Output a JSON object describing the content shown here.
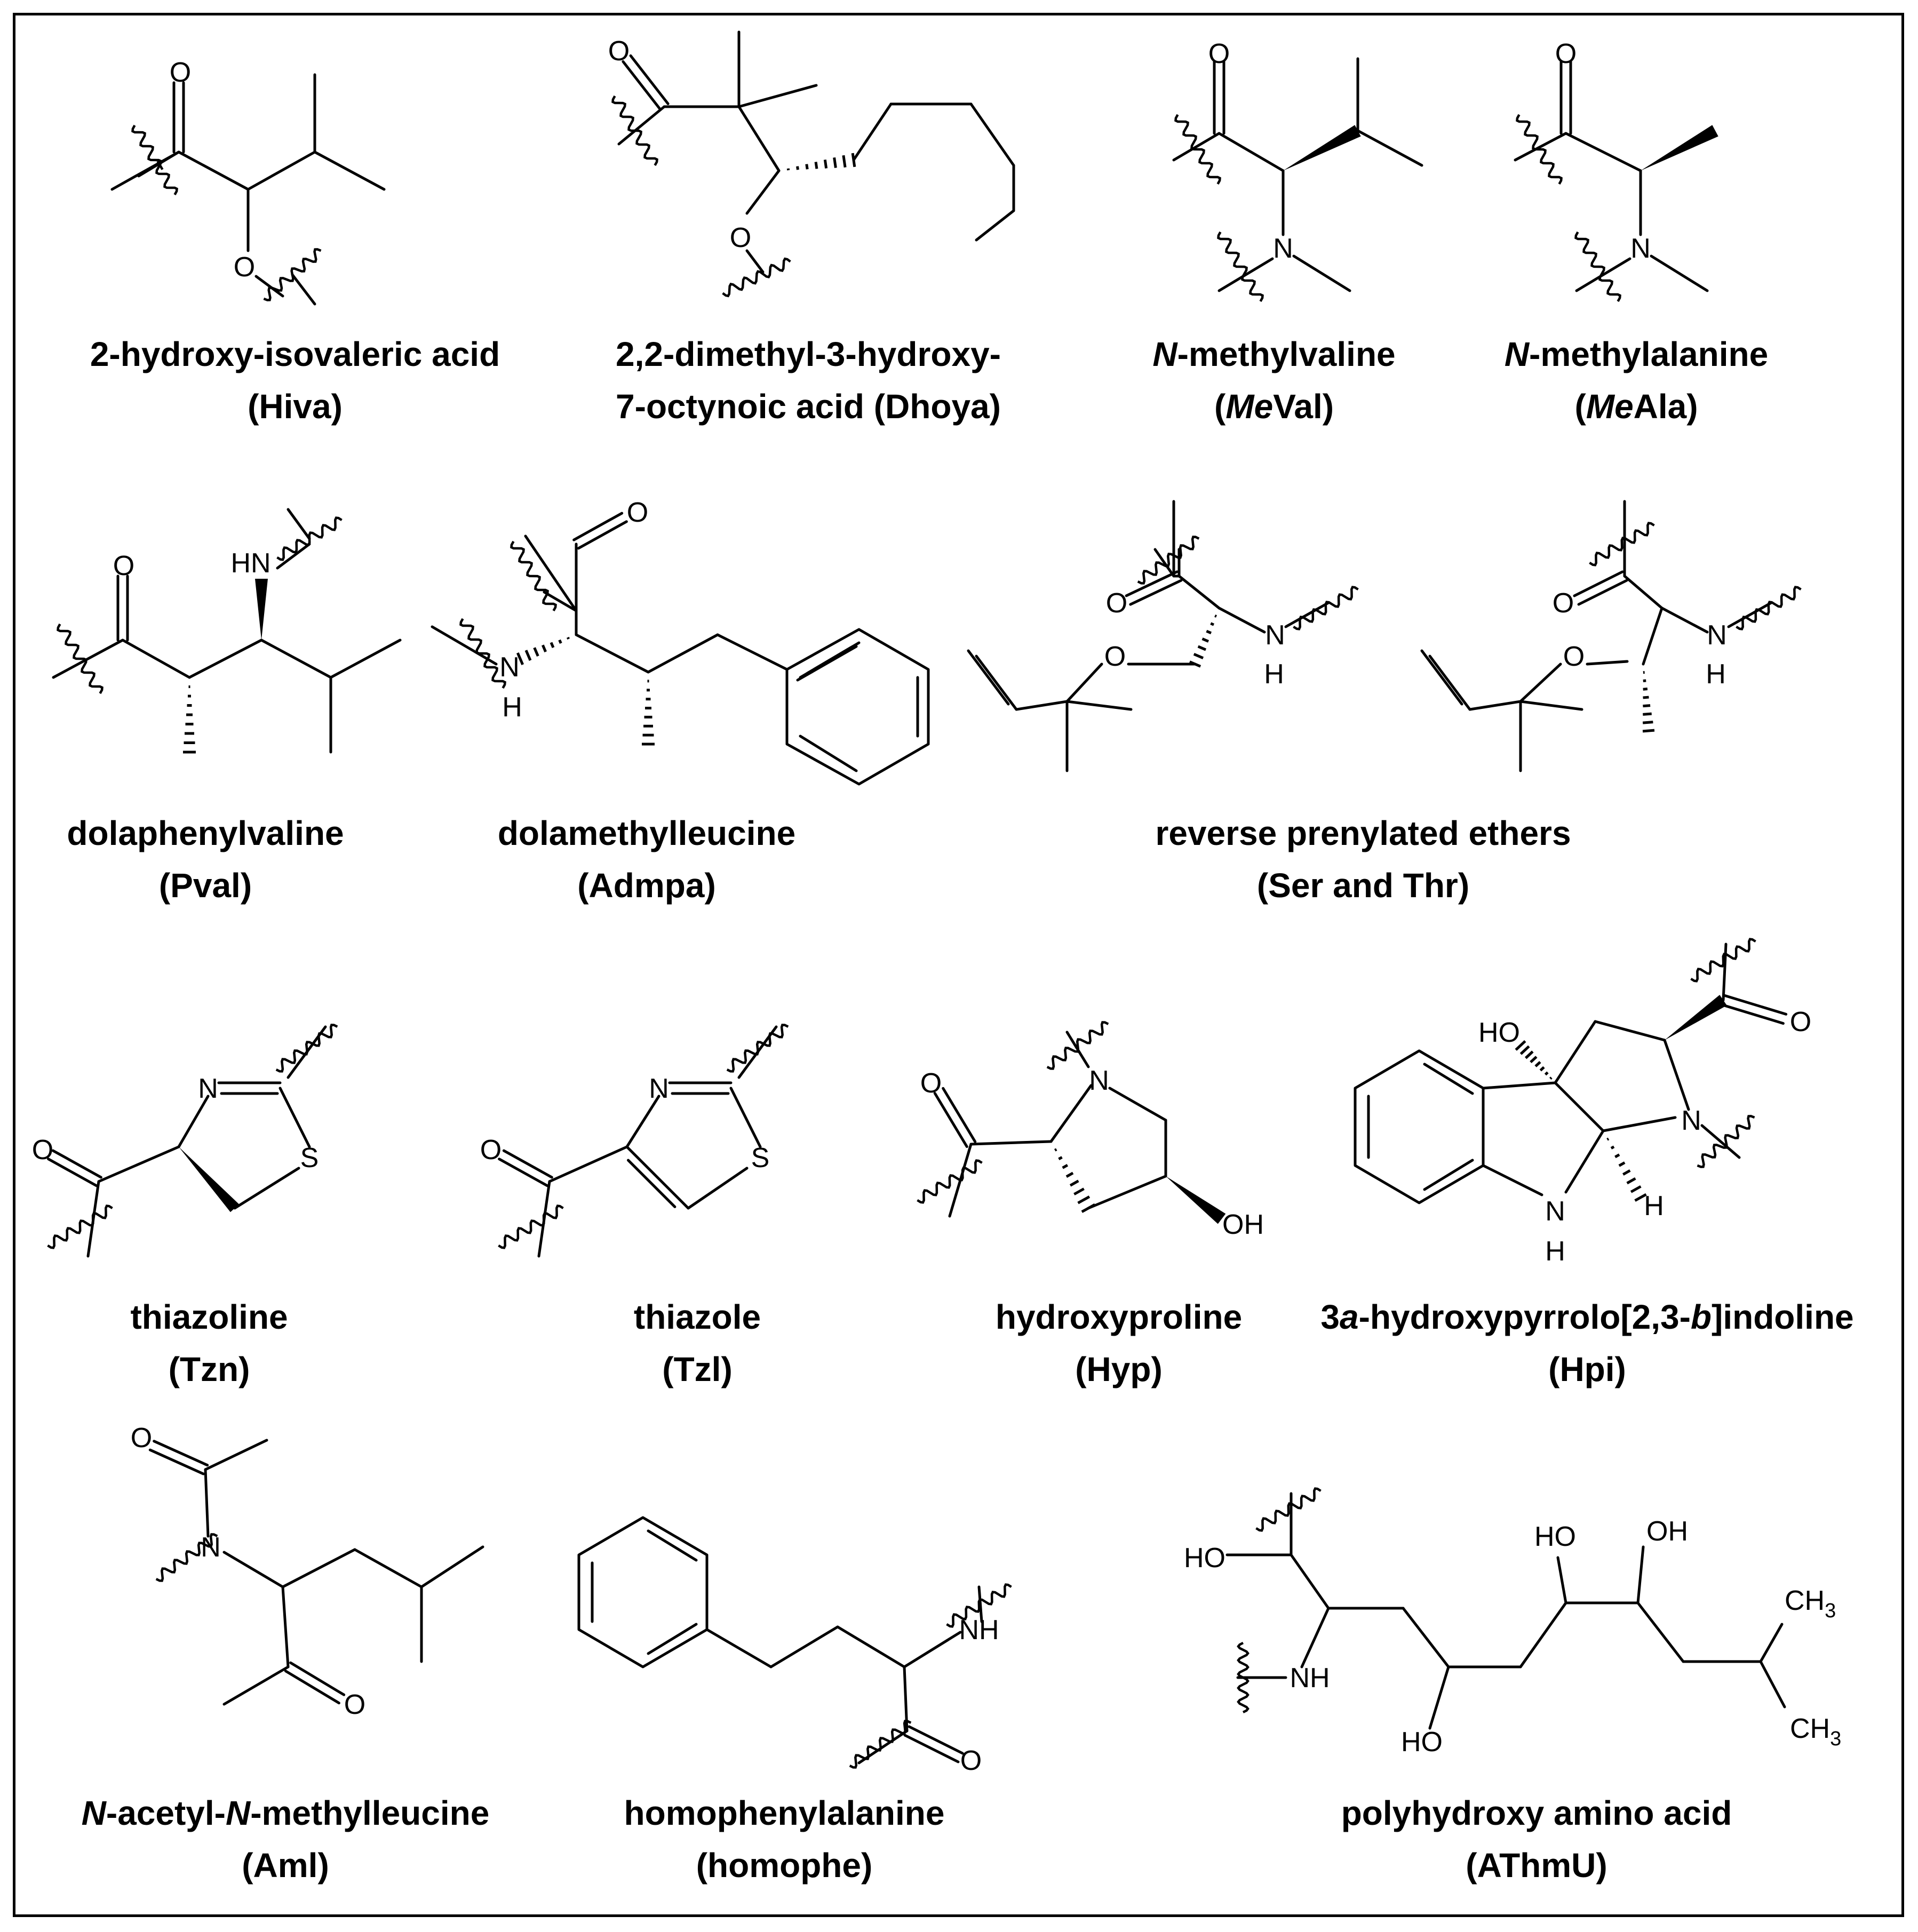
{
  "molecules": [
    {
      "id": "hiva",
      "line1_parts": [
        "2-hydroxy-isovaleric acid"
      ],
      "line2_parts": [
        "(Hiva)"
      ]
    },
    {
      "id": "dhoya",
      "line1_parts": [
        "2,2-dimethyl-3-hydroxy-"
      ],
      "line2_parts": [
        "7-octynoic acid (Dhoya)"
      ]
    },
    {
      "id": "meval",
      "line1_parts": [
        "N",
        "-methylvaline"
      ],
      "line2_parts": [
        "(",
        "Me",
        "Val)"
      ]
    },
    {
      "id": "meala",
      "line1_parts": [
        "N",
        "-methylalanine"
      ],
      "line2_parts": [
        "(",
        "Me",
        "Ala)"
      ]
    },
    {
      "id": "pval",
      "line1_parts": [
        "dolaphenylvaline"
      ],
      "line2_parts": [
        "(Pval)"
      ]
    },
    {
      "id": "admpa",
      "line1_parts": [
        "dolamethylleucine"
      ],
      "line2_parts": [
        "(Admpa)"
      ]
    },
    {
      "id": "prenyl",
      "line1_parts": [
        "reverse prenylated ethers"
      ],
      "line2_parts": [
        "(Ser and Thr)"
      ]
    },
    {
      "id": "tzn",
      "line1_parts": [
        "thiazoline"
      ],
      "line2_parts": [
        "(Tzn)"
      ]
    },
    {
      "id": "tzl",
      "line1_parts": [
        "thiazole"
      ],
      "line2_parts": [
        "(Tzl)"
      ]
    },
    {
      "id": "hyp",
      "line1_parts": [
        "hydroxyproline"
      ],
      "line2_parts": [
        "(Hyp)"
      ]
    },
    {
      "id": "hpi",
      "line1_parts": [
        "3",
        "a",
        "-hydroxypyrrolo[2,3-",
        "b",
        "]indoline"
      ],
      "line2_parts": [
        "(Hpi)"
      ]
    },
    {
      "id": "aml",
      "line1_parts": [
        "N",
        "-acetyl-",
        "N",
        "-methylleucine"
      ],
      "line2_parts": [
        "(Aml)"
      ]
    },
    {
      "id": "homophe",
      "line1_parts": [
        "homophenylalanine"
      ],
      "line2_parts": [
        "(homophe)"
      ]
    },
    {
      "id": "athmu",
      "line1_parts": [
        "polyhydroxy amino acid"
      ],
      "line2_parts": [
        "(AThmU)"
      ]
    }
  ],
  "atoms": {
    "O": "O",
    "N": "N",
    "S": "S",
    "H": "H",
    "HN": "HN",
    "NH": "NH",
    "OH": "OH",
    "HO": "HO",
    "CH": "CH",
    "sub3": "3"
  }
}
